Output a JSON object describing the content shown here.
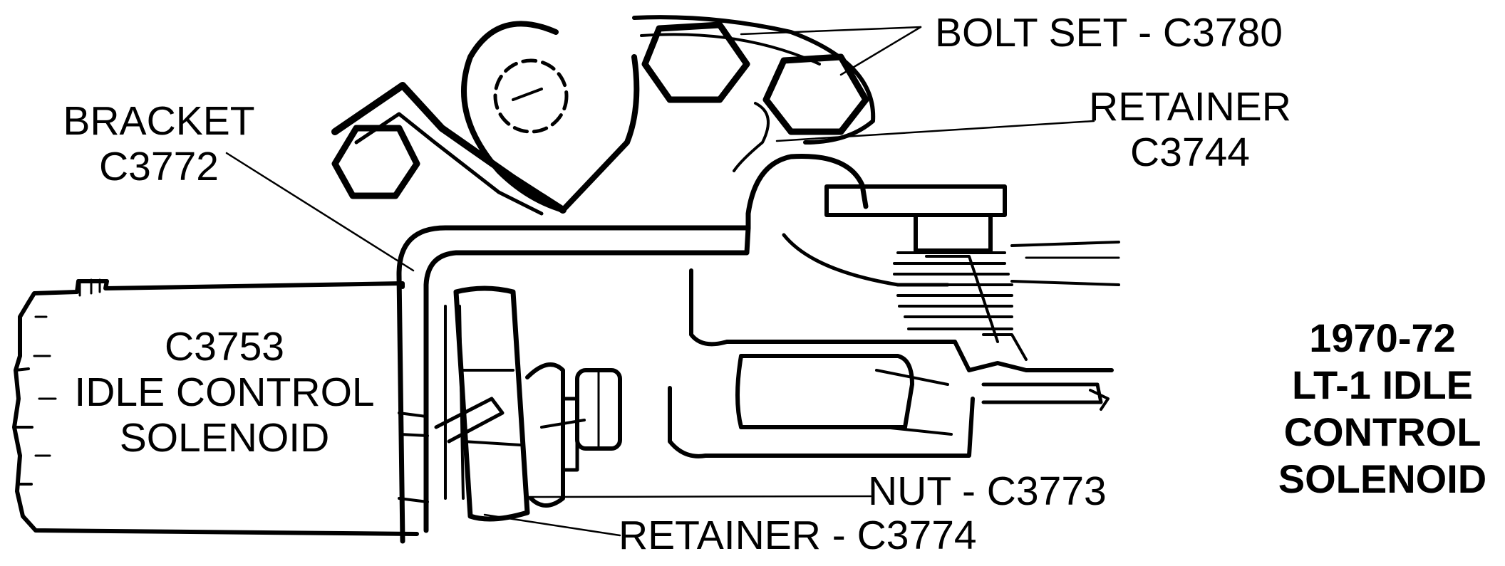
{
  "title": {
    "lines": [
      "1970-72",
      "LT-1 IDLE",
      "CONTROL",
      "SOLENOID"
    ]
  },
  "labels": {
    "bolt_set": "BOLT SET - C3780",
    "retainer_top": [
      "RETAINER",
      "C3744"
    ],
    "bracket": [
      "BRACKET",
      "C3772"
    ],
    "solenoid": [
      "C3753",
      "IDLE CONTROL",
      "SOLENOID"
    ],
    "nut": "NUT - C3773",
    "retainer_bottom": "RETAINER - C3774"
  },
  "colors": {
    "ink": "#000000",
    "paper": "#ffffff"
  }
}
